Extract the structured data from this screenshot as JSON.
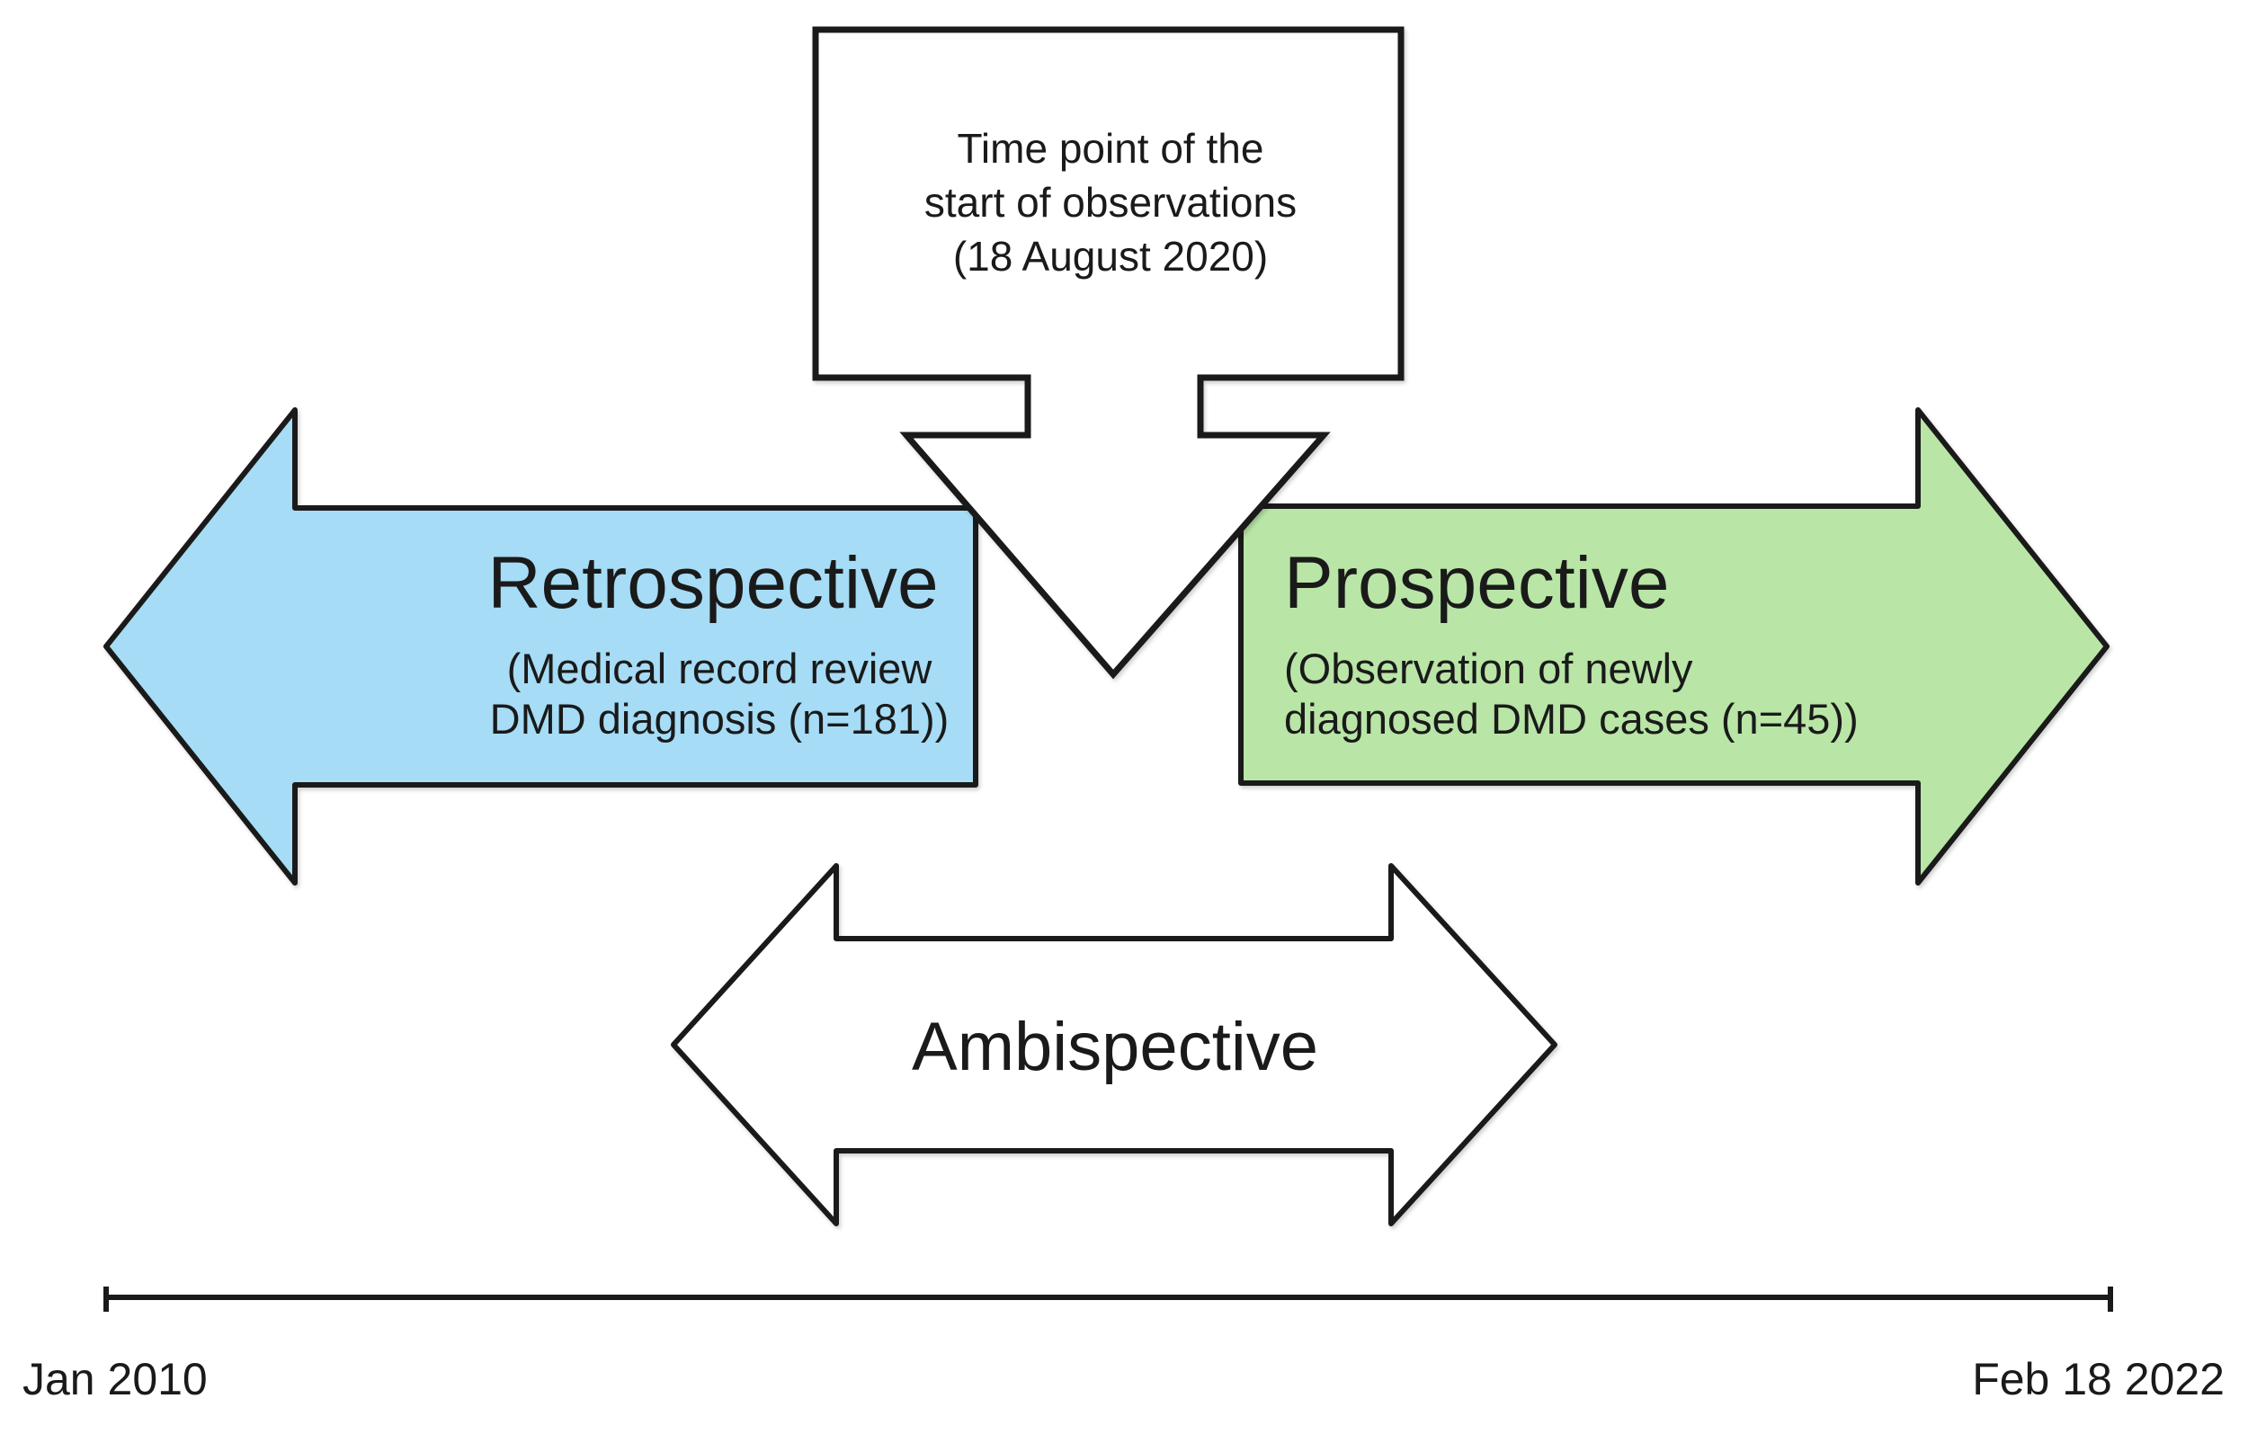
{
  "top_box": {
    "lines": [
      "Time point of the",
      "start of observations",
      "(18 August 2020)"
    ]
  },
  "retrospective": {
    "title": "Retrospective",
    "subtitle_line1": "(Medical record review",
    "subtitle_line2": "DMD diagnosis (n=181))"
  },
  "prospective": {
    "title": "Prospective",
    "subtitle_line1": "(Observation of newly",
    "subtitle_line2": "diagnosed DMD cases (n=45))"
  },
  "ambispective": {
    "label": "Ambispective"
  },
  "timeline": {
    "start_label": "Jan 2010",
    "end_label": "Feb 18 2022"
  },
  "colors": {
    "retrospective_fill": "#A6DCF5",
    "prospective_fill": "#B9E5A6",
    "callout_fill": "#FFFFFF",
    "ambispective_fill": "#FFFFFF",
    "outline": "#1A1A1A",
    "background": "#FFFFFF"
  }
}
